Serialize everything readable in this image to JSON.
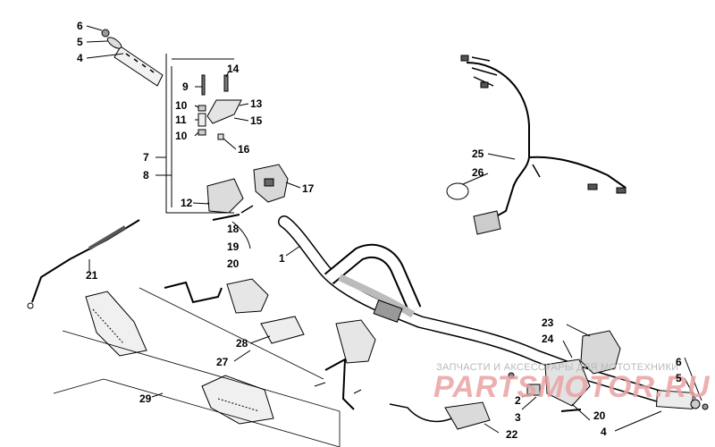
{
  "diagram": {
    "callouts": [
      {
        "id": "c6-left",
        "text": "6"
      },
      {
        "id": "c5-left",
        "text": "5"
      },
      {
        "id": "c4-left",
        "text": "4"
      },
      {
        "id": "c14",
        "text": "14"
      },
      {
        "id": "c9",
        "text": "9"
      },
      {
        "id": "c13",
        "text": "13"
      },
      {
        "id": "c10-a",
        "text": "10"
      },
      {
        "id": "c11",
        "text": "11"
      },
      {
        "id": "c15",
        "text": "15"
      },
      {
        "id": "c10-b",
        "text": "10"
      },
      {
        "id": "c16",
        "text": "16"
      },
      {
        "id": "c7",
        "text": "7"
      },
      {
        "id": "c8",
        "text": "8"
      },
      {
        "id": "c17",
        "text": "17"
      },
      {
        "id": "c12",
        "text": "12"
      },
      {
        "id": "c18",
        "text": "18"
      },
      {
        "id": "c19",
        "text": "19"
      },
      {
        "id": "c20-left",
        "text": "20"
      },
      {
        "id": "c1",
        "text": "1"
      },
      {
        "id": "c21",
        "text": "21"
      },
      {
        "id": "c25",
        "text": "25"
      },
      {
        "id": "c26",
        "text": "26"
      },
      {
        "id": "c28",
        "text": "28"
      },
      {
        "id": "c27",
        "text": "27"
      },
      {
        "id": "c29",
        "text": "29"
      },
      {
        "id": "c23",
        "text": "23"
      },
      {
        "id": "c24",
        "text": "24"
      },
      {
        "id": "c6-right",
        "text": "6"
      },
      {
        "id": "c5-right",
        "text": "5"
      },
      {
        "id": "c2",
        "text": "2"
      },
      {
        "id": "c3",
        "text": "3"
      },
      {
        "id": "c20-right",
        "text": "20"
      },
      {
        "id": "c4-right",
        "text": "4"
      },
      {
        "id": "c22",
        "text": "22"
      }
    ],
    "watermark": {
      "line1": "ЗАПЧАСТИ И АКСЕССУАРЫ ДЛЯ МОТОТЕХНИКИ",
      "line2": "PARTSMOTOR.RU",
      "color_text": "#b9b9b9",
      "color_logo": "#e9a3a3"
    }
  }
}
